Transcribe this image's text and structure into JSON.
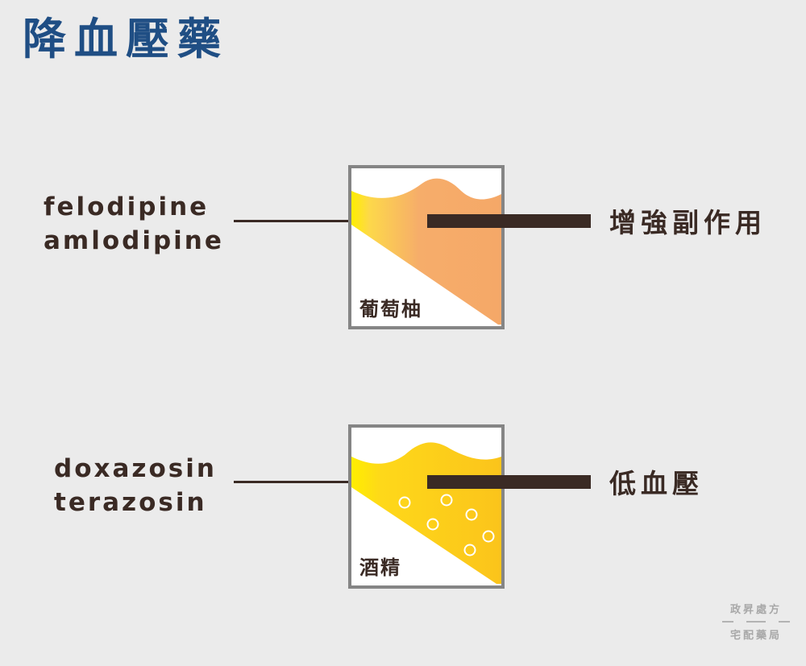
{
  "title": "降血壓藥",
  "rows": [
    {
      "drugs": [
        "felodipine",
        "amlodipine"
      ],
      "cup_label": "葡萄柚",
      "effect": "增強副作用"
    },
    {
      "drugs": [
        "doxazosin",
        "terazosin"
      ],
      "cup_label": "酒精",
      "effect": "低血壓"
    }
  ],
  "watermark": {
    "line1": "政昇處方",
    "line2": "宅配藥局"
  },
  "colors": {
    "title": "#1f4e84",
    "text": "#3a2a24",
    "cup_border": "#858585",
    "grapefruit": "#f5a868",
    "alcohol": "#fbc41b",
    "yellow": "#ffee00"
  }
}
